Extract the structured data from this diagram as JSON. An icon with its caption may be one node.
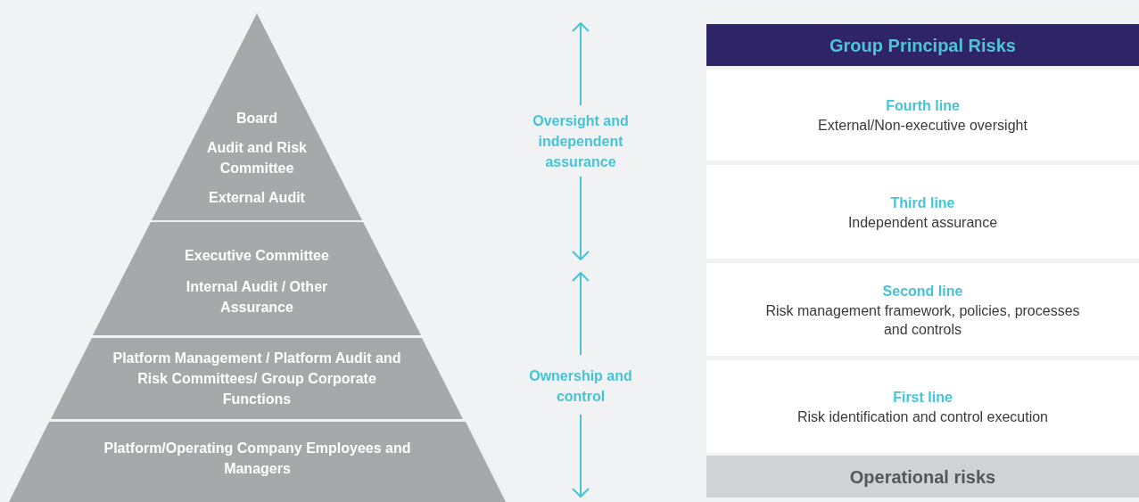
{
  "diagram": {
    "nodes": [
      {
        "text": [
          "Board",
          "Audit and Risk Committee",
          "External Audit"
        ]
      },
      {
        "text": [
          "Executive Committee",
          "Internal Audit / Other Assurance"
        ]
      },
      {
        "text": [
          "Platform Management / Platform Audit and Risk Committees/ Group Corporate Functions"
        ]
      },
      {
        "text": [
          "Platform/Operating Company Employees and Managers"
        ]
      },
      {
        "text": [
          "Group Principal Risks"
        ]
      },
      {
        "text": [
          "Fourth line",
          "External/Non-executive oversight"
        ]
      },
      {
        "text": [
          "Third line",
          "Independent assurance"
        ]
      },
      {
        "text": [
          "Second line",
          "Risk management framework, policies, processes and controls"
        ]
      },
      {
        "text": [
          "First line",
          "Risk identification and control execution"
        ]
      },
      {
        "text": [
          "Operational risks"
        ]
      }
    ],
    "edges": [],
    "labels": [
      "Oversight and independent assurance",
      "Ownership and control"
    ]
  }
}
